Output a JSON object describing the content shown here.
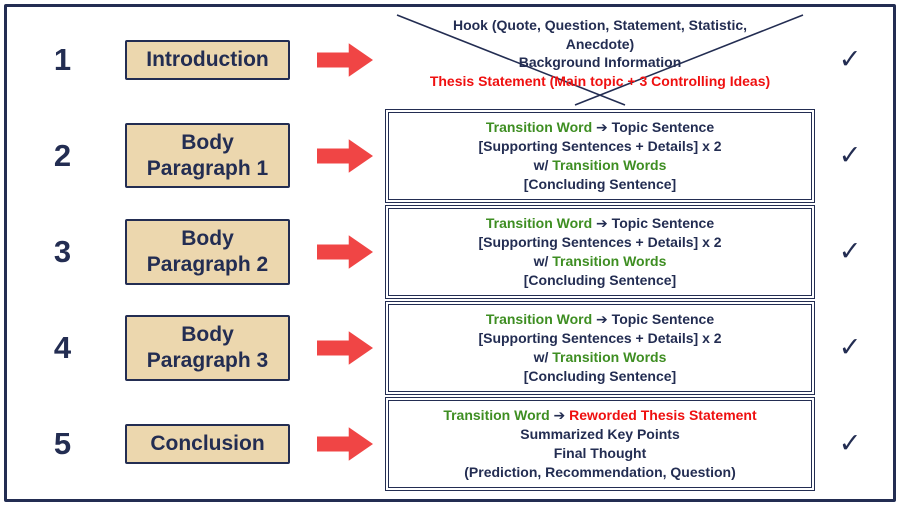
{
  "colors": {
    "navy": "#232d52",
    "green": "#3e8e22",
    "red": "#ef1010",
    "arrow_red": "#f04545",
    "label_box_bg": "#ecd7ae",
    "frame_border": "#232d52"
  },
  "icons": {
    "arrow": "red-block-arrow-right",
    "checkmark_glyph": "✓"
  },
  "rows": [
    {
      "number": "1",
      "label": "Introduction",
      "checkmark": "✓",
      "box": {
        "lines": [
          {
            "segments": [
              {
                "color": "navy",
                "text": "Hook (Quote, Question, Statement, Statistic,"
              }
            ]
          },
          {
            "segments": [
              {
                "color": "navy",
                "text": "Anecdote)"
              }
            ]
          },
          {
            "segments": [
              {
                "color": "navy",
                "text": "Background Information"
              }
            ]
          },
          {
            "segments": [
              {
                "color": "red",
                "text": "Thesis Statement (Main topic + 3 Controlling Ideas)"
              }
            ]
          }
        ]
      }
    },
    {
      "number": "2",
      "label": "Body Paragraph 1",
      "checkmark": "✓",
      "box": {
        "lines": [
          {
            "segments": [
              {
                "color": "green",
                "text": "Transition Word"
              },
              {
                "color": "navy",
                "text": " ➔ Topic Sentence"
              }
            ]
          },
          {
            "segments": [
              {
                "color": "navy",
                "text": "[Supporting Sentences + Details] x 2"
              }
            ]
          },
          {
            "segments": [
              {
                "color": "navy",
                "text": "w/ "
              },
              {
                "color": "green",
                "text": "Transition Words"
              }
            ]
          },
          {
            "segments": [
              {
                "color": "navy",
                "text": "[Concluding Sentence]"
              }
            ]
          }
        ]
      }
    },
    {
      "number": "3",
      "label": "Body Paragraph 2",
      "checkmark": "✓",
      "box": {
        "lines": [
          {
            "segments": [
              {
                "color": "green",
                "text": "Transition Word"
              },
              {
                "color": "navy",
                "text": " ➔ Topic Sentence"
              }
            ]
          },
          {
            "segments": [
              {
                "color": "navy",
                "text": "[Supporting Sentences + Details] x 2"
              }
            ]
          },
          {
            "segments": [
              {
                "color": "navy",
                "text": "w/ "
              },
              {
                "color": "green",
                "text": "Transition Words"
              }
            ]
          },
          {
            "segments": [
              {
                "color": "navy",
                "text": "[Concluding Sentence]"
              }
            ]
          }
        ]
      }
    },
    {
      "number": "4",
      "label": "Body Paragraph 3",
      "checkmark": "✓",
      "box": {
        "lines": [
          {
            "segments": [
              {
                "color": "green",
                "text": "Transition Word"
              },
              {
                "color": "navy",
                "text": " ➔ Topic Sentence"
              }
            ]
          },
          {
            "segments": [
              {
                "color": "navy",
                "text": "[Supporting Sentences + Details] x 2"
              }
            ]
          },
          {
            "segments": [
              {
                "color": "navy",
                "text": "w/ "
              },
              {
                "color": "green",
                "text": "Transition Words"
              }
            ]
          },
          {
            "segments": [
              {
                "color": "navy",
                "text": "[Concluding Sentence]"
              }
            ]
          }
        ]
      }
    },
    {
      "number": "5",
      "label": "Conclusion",
      "checkmark": "✓",
      "box": {
        "lines": [
          {
            "segments": [
              {
                "color": "green",
                "text": "Transition Word"
              },
              {
                "color": "navy",
                "text": " ➔ "
              },
              {
                "color": "red",
                "text": "Reworded Thesis Statement"
              }
            ]
          },
          {
            "segments": [
              {
                "color": "navy",
                "text": "Summarized Key Points"
              }
            ]
          },
          {
            "segments": [
              {
                "color": "navy",
                "text": "Final Thought"
              }
            ]
          },
          {
            "segments": [
              {
                "color": "navy",
                "text": "(Prediction, Recommendation, Question)"
              }
            ]
          }
        ]
      }
    }
  ]
}
